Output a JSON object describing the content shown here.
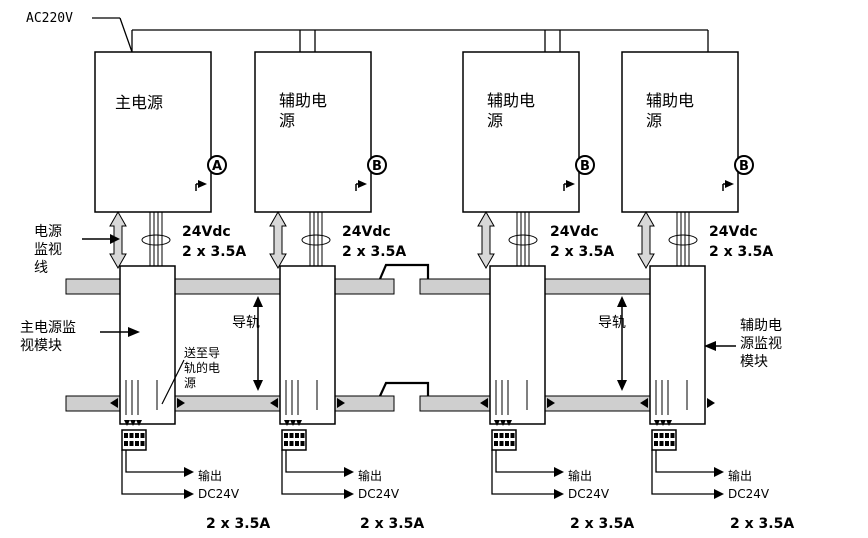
{
  "ac_label": "AC220V",
  "psus": [
    {
      "name_line1": "主电源",
      "name_line2": "",
      "badge": "A"
    },
    {
      "name_line1": "辅助电",
      "name_line2": "源",
      "badge": "B"
    },
    {
      "name_line1": "辅助电",
      "name_line2": "源",
      "badge": "B"
    },
    {
      "name_line1": "辅助电",
      "name_line2": "源",
      "badge": "B"
    }
  ],
  "spec_voltage": "24Vdc",
  "spec_current": "2 x 3.5A",
  "power_monitor_line": [
    "电源",
    "监视",
    "线"
  ],
  "main_module": [
    "主电源监",
    "视模块"
  ],
  "aux_module": [
    "辅助电",
    "源监视",
    "模块"
  ],
  "rail_label": "导轨",
  "feed_to_rail": [
    "送至导",
    "轨的电",
    "源"
  ],
  "output_label": "输出",
  "output_dc": "DC24V",
  "output_current": "2 x 3.5A"
}
